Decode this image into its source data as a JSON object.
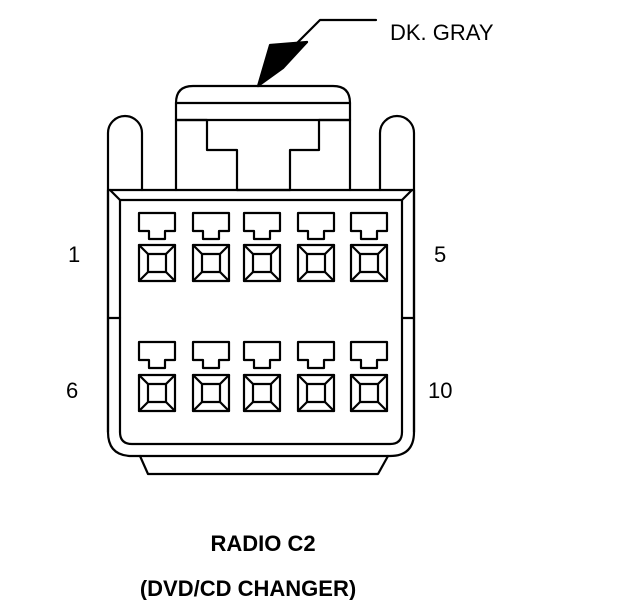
{
  "callout": {
    "label": "DK. GRAY"
  },
  "pins": {
    "top_left": "1",
    "top_right": "5",
    "bottom_left": "6",
    "bottom_right": "10"
  },
  "caption": {
    "title": "RADIO C2",
    "subtitle": "(DVD/CD CHANGER)"
  },
  "colors": {
    "stroke": "#000000",
    "background": "#ffffff"
  }
}
